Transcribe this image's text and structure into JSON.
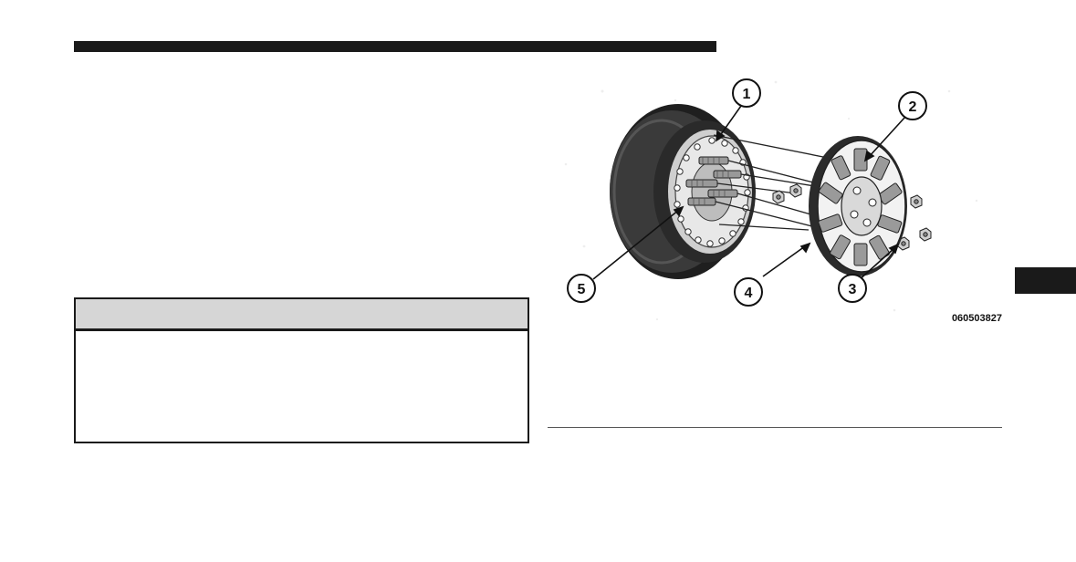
{
  "figure": {
    "code": "060503827",
    "callouts": [
      "1",
      "2",
      "3",
      "4",
      "5"
    ]
  },
  "colors": {
    "rule": "#1a1a1a",
    "warning_header": "#d6d6d6",
    "tab": "#1a1a1a"
  }
}
